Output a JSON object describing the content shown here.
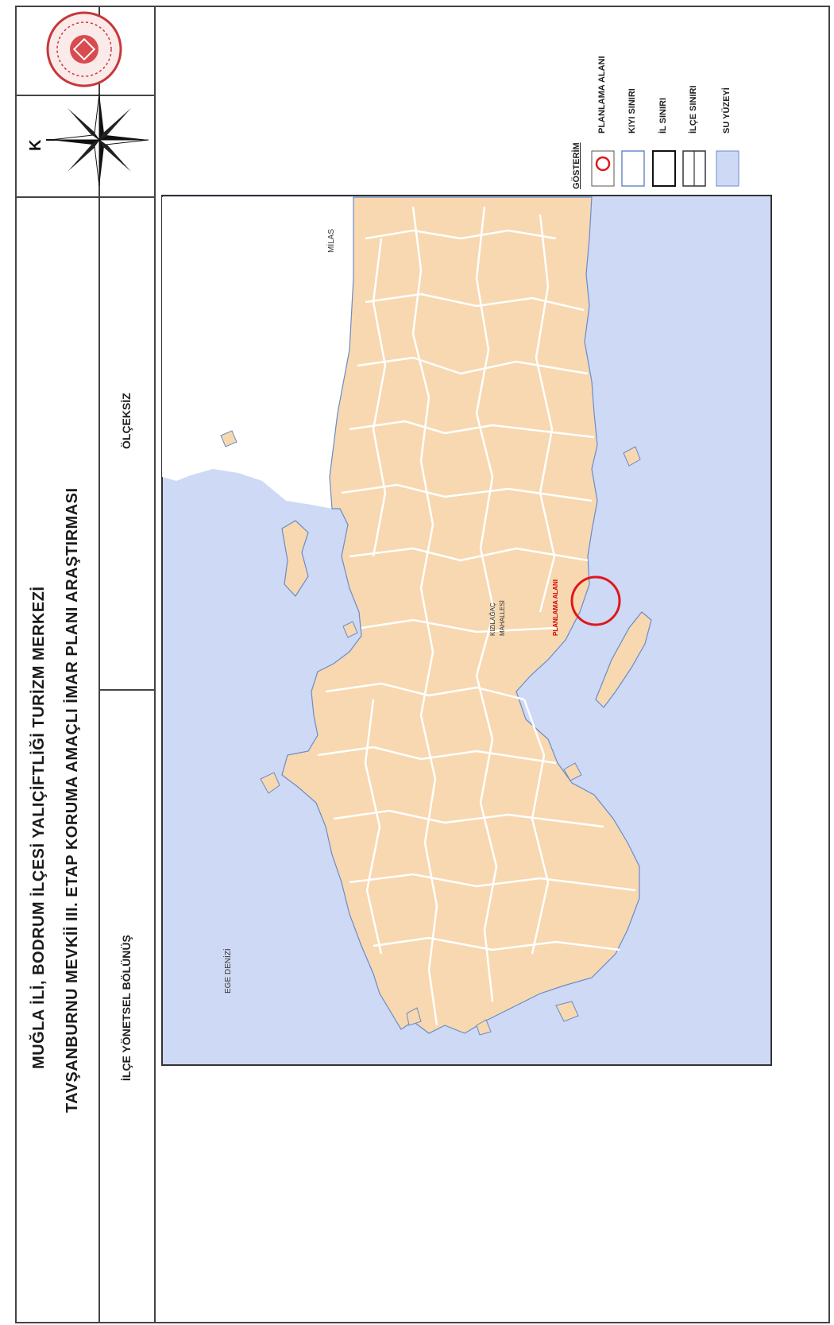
{
  "header": {
    "title_line1": "MUĞLA İLİ, BODRUM İLÇESİ  YALIÇİFTLİĞİ TURİZM MERKEZİ",
    "title_line2": "TAVŞANBURNU MEVKİİ III. ETAP  KORUMA AMAÇLI İMAR PLANI ARAŞTIRMASI",
    "map_subject": "İLÇE YÖNETSEL BÖLÜNÜŞ",
    "scale": "ÖLÇEKSİZ",
    "north_letter": "K"
  },
  "legend": {
    "title": "GÖSTERİM",
    "items": [
      {
        "label": "PLANLAMA ALANI",
        "symbol": "red-circle"
      },
      {
        "label": "KIYI SINIRI",
        "symbol": "blue-line"
      },
      {
        "label": "İL SINIRI",
        "symbol": "black-line"
      },
      {
        "label": "İLÇE SINIRI",
        "symbol": "dark-line"
      },
      {
        "label": "SU YÜZEYİ",
        "symbol": "blue-fill"
      }
    ]
  },
  "map": {
    "labels": {
      "milas": "MİLAS",
      "ege_denizi": "EGE DENİZİ",
      "town_line1": "KIZILAĞAÇ",
      "town_line2": "MAHALLESİ",
      "planning_area": "PLANLAMA ALANI"
    }
  },
  "colors": {
    "sea": "#cdd9f5",
    "land": "#f7d8b0",
    "border": "#ffffff",
    "planning_circle": "#e0171b",
    "frame": "#444444"
  }
}
